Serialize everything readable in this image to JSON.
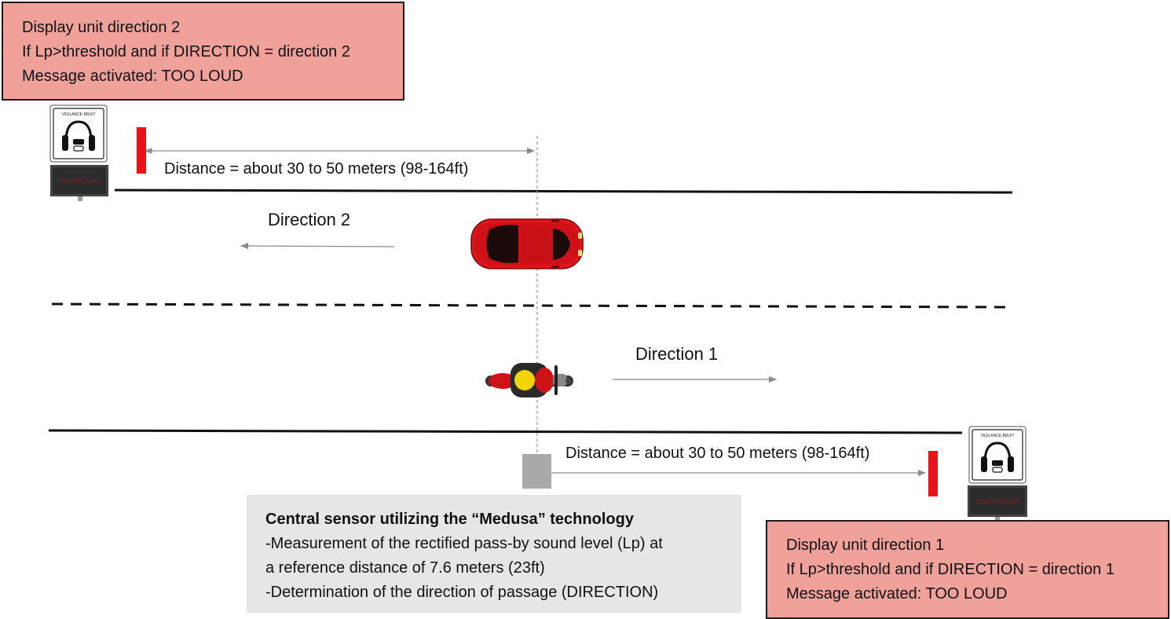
{
  "display_unit_2": {
    "title": "Display unit direction 2",
    "condition": "If Lp>threshold and if DIRECTION = direction 2",
    "message": "Message activated: TOO LOUD"
  },
  "display_unit_1": {
    "title": "Display unit direction 1",
    "condition": "If Lp>threshold and if DIRECTION = direction 1",
    "message": "Message activated: TOO LOUD"
  },
  "distance_label_top": "Distance = about 30 to 50 meters (98-164ft)",
  "distance_label_bottom": "Distance = about 30 to 50 meters (98-164ft)",
  "direction_2_label": "Direction 2",
  "direction_1_label": "Direction 1",
  "sensor": {
    "title": "Central sensor utilizing the “Medusa” technology",
    "line1": "-Measurement of the rectified pass-by sound level (Lp) at",
    "line2": "a reference distance of 7.6 meters (23ft)",
    "line3": "-Determination of the direction of passage (DIRECTION)"
  },
  "sign_text": "VIGILANCE BRUIT",
  "led_panel_text": "TROP BRUYANT",
  "colors": {
    "box_fill": "#efa19a",
    "marker_red": "#e8131b",
    "car_red": "#e0141b",
    "sensor_fill": "#e6e6e6"
  }
}
